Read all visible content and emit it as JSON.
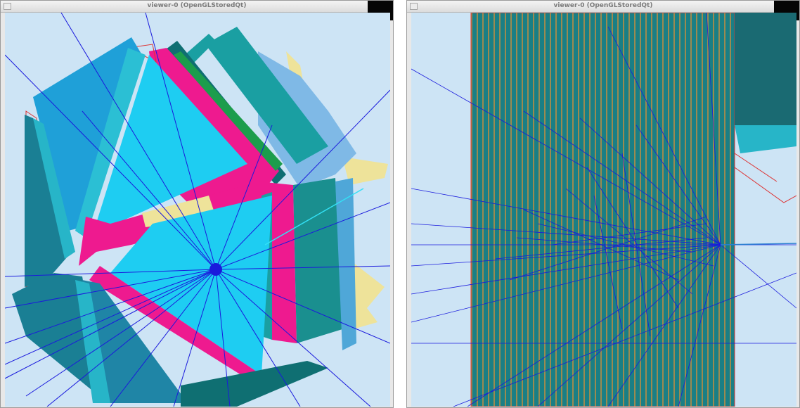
{
  "windows": [
    {
      "title": "viewer-0 (OpenGLStoredQt)",
      "menu_icon": "window-menu-icon",
      "view": "detector-perspective-view"
    },
    {
      "title": "viewer-0 (OpenGLStoredQt)",
      "menu_icon": "window-menu-icon",
      "view": "detector-side-view"
    }
  ],
  "colors": {
    "background": "#cde4f5",
    "tracks": "#1a1adc",
    "cyan": "#1ecdf2",
    "magenta": "#ee1a8f",
    "teal": "#1a9fa2",
    "steel": "#1f85a6",
    "yellow": "#eee39a",
    "outline": "#dd3333"
  }
}
